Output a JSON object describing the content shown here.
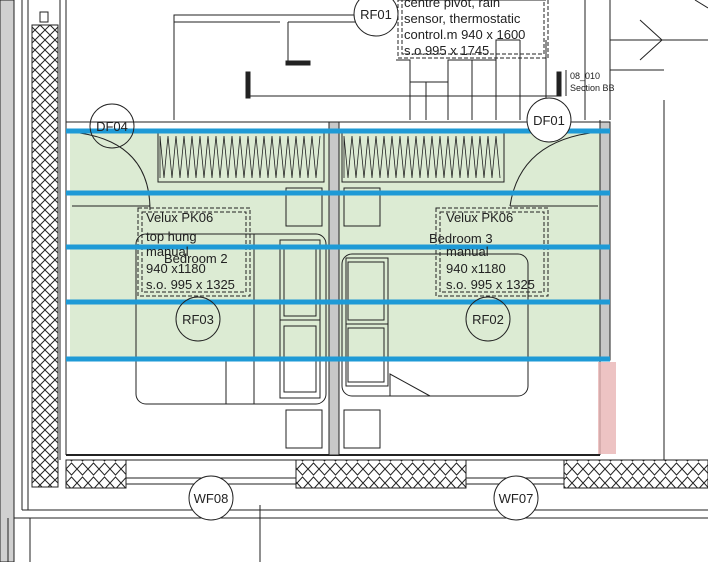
{
  "tags": {
    "rf01_top": "RF01",
    "df04": "DF04",
    "df01": "DF01",
    "rf03": "RF03",
    "rf02": "RF02",
    "wf08": "WF08",
    "wf07": "WF07"
  },
  "top_note": {
    "line1": "centre pivot, rain",
    "line2": "sensor, thermostatic",
    "line3": "control.m 940 x 1600",
    "line4": "s.o.995 x 1745"
  },
  "section_ref": {
    "code": "08_010",
    "label": "Section BB"
  },
  "window_left": {
    "line1": "Velux PK06",
    "line2": "top hung",
    "line3": "manual",
    "line4": "940 x1180",
    "line5": "s.o. 995 x 1325"
  },
  "window_right": {
    "line1": "Velux PK06",
    "line2": "manual",
    "line3": "940 x1180",
    "line4": "s.o. 995 x 1325"
  },
  "rooms": {
    "left": "Bedroom 2",
    "right": "Bedroom 3"
  },
  "colors": {
    "green_fill": "#dcebd3",
    "blue_line": "#1e9ad6",
    "pink_mark": "#e8b4b4",
    "grey_fill": "#c8c8c8",
    "stroke": "#222222"
  }
}
